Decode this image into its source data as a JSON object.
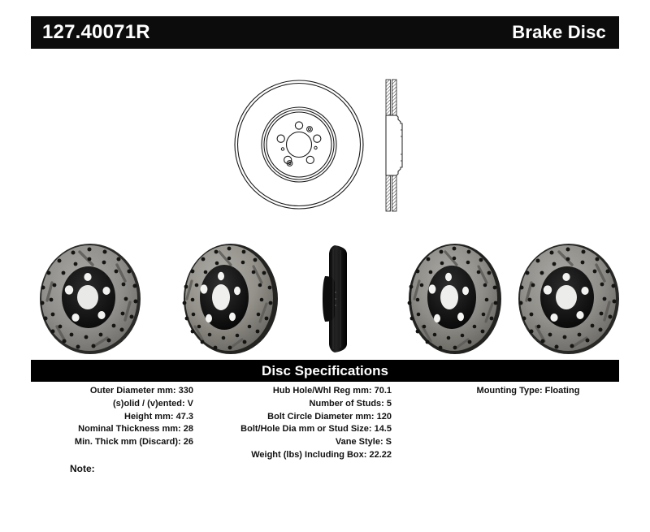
{
  "header": {
    "part_number": "127.40071R",
    "product_type": "Brake Disc",
    "bar_color": "#0c0c0c",
    "text_color": "#ffffff"
  },
  "drawings": {
    "face_view_name": "rotor-face-line-drawing",
    "profile_view_name": "rotor-cross-section-line-drawing"
  },
  "photos": [
    {
      "name": "rotor-photo-front-drilled-slotted",
      "view": "front face, cross-drilled and slotted, black hat"
    },
    {
      "name": "rotor-photo-angled-left",
      "view": "angled three-quarter view, drilled and slotted"
    },
    {
      "name": "rotor-photo-edge-on",
      "view": "edge-on silhouette profile"
    },
    {
      "name": "rotor-photo-angled-right",
      "view": "angled three-quarter view, drilled and slotted"
    },
    {
      "name": "rotor-photo-front-right",
      "view": "front face, cross-drilled and slotted, black hat"
    }
  ],
  "specs": {
    "title": "Disc Specifications",
    "left_column": [
      "Outer Diameter mm: 330",
      "(s)olid / (v)ented: V",
      "Height mm: 47.3",
      "Nominal Thickness mm: 28",
      "Min. Thick mm (Discard): 26"
    ],
    "middle_column": [
      "Hub Hole/Whl Reg mm: 70.1",
      "Number of Studs: 5",
      "Bolt Circle Diameter mm: 120",
      "Bolt/Hole Dia mm or Stud Size: 14.5",
      "Vane Style: S",
      "Weight (lbs) Including Box: 22.22"
    ],
    "right_column": [
      "Mounting Type: Floating"
    ]
  },
  "note": {
    "label": "Note:",
    "value": ""
  }
}
